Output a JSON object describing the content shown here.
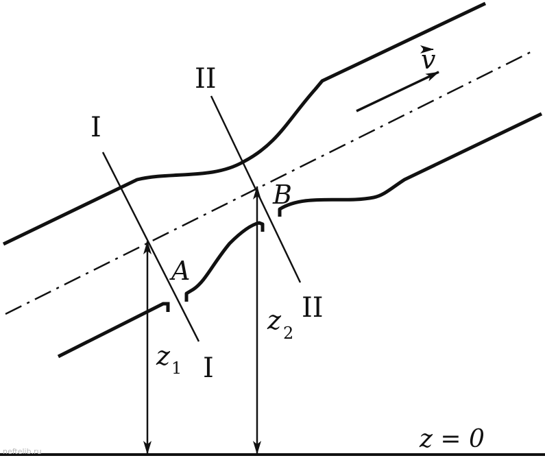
{
  "diagram": {
    "section_1_label": "I",
    "section_2_label": "II",
    "point_a_label": "A",
    "point_b_label": "B",
    "height_1_var": "z",
    "height_1_sub": "1",
    "height_2_var": "z",
    "height_2_sub": "2",
    "velocity_label": "v",
    "datum_label": "z = 0",
    "watermark": "neftelib.ru"
  },
  "colors": {
    "ink": "#111111",
    "background": "#ffffff",
    "watermark": "#b8b8b8"
  }
}
